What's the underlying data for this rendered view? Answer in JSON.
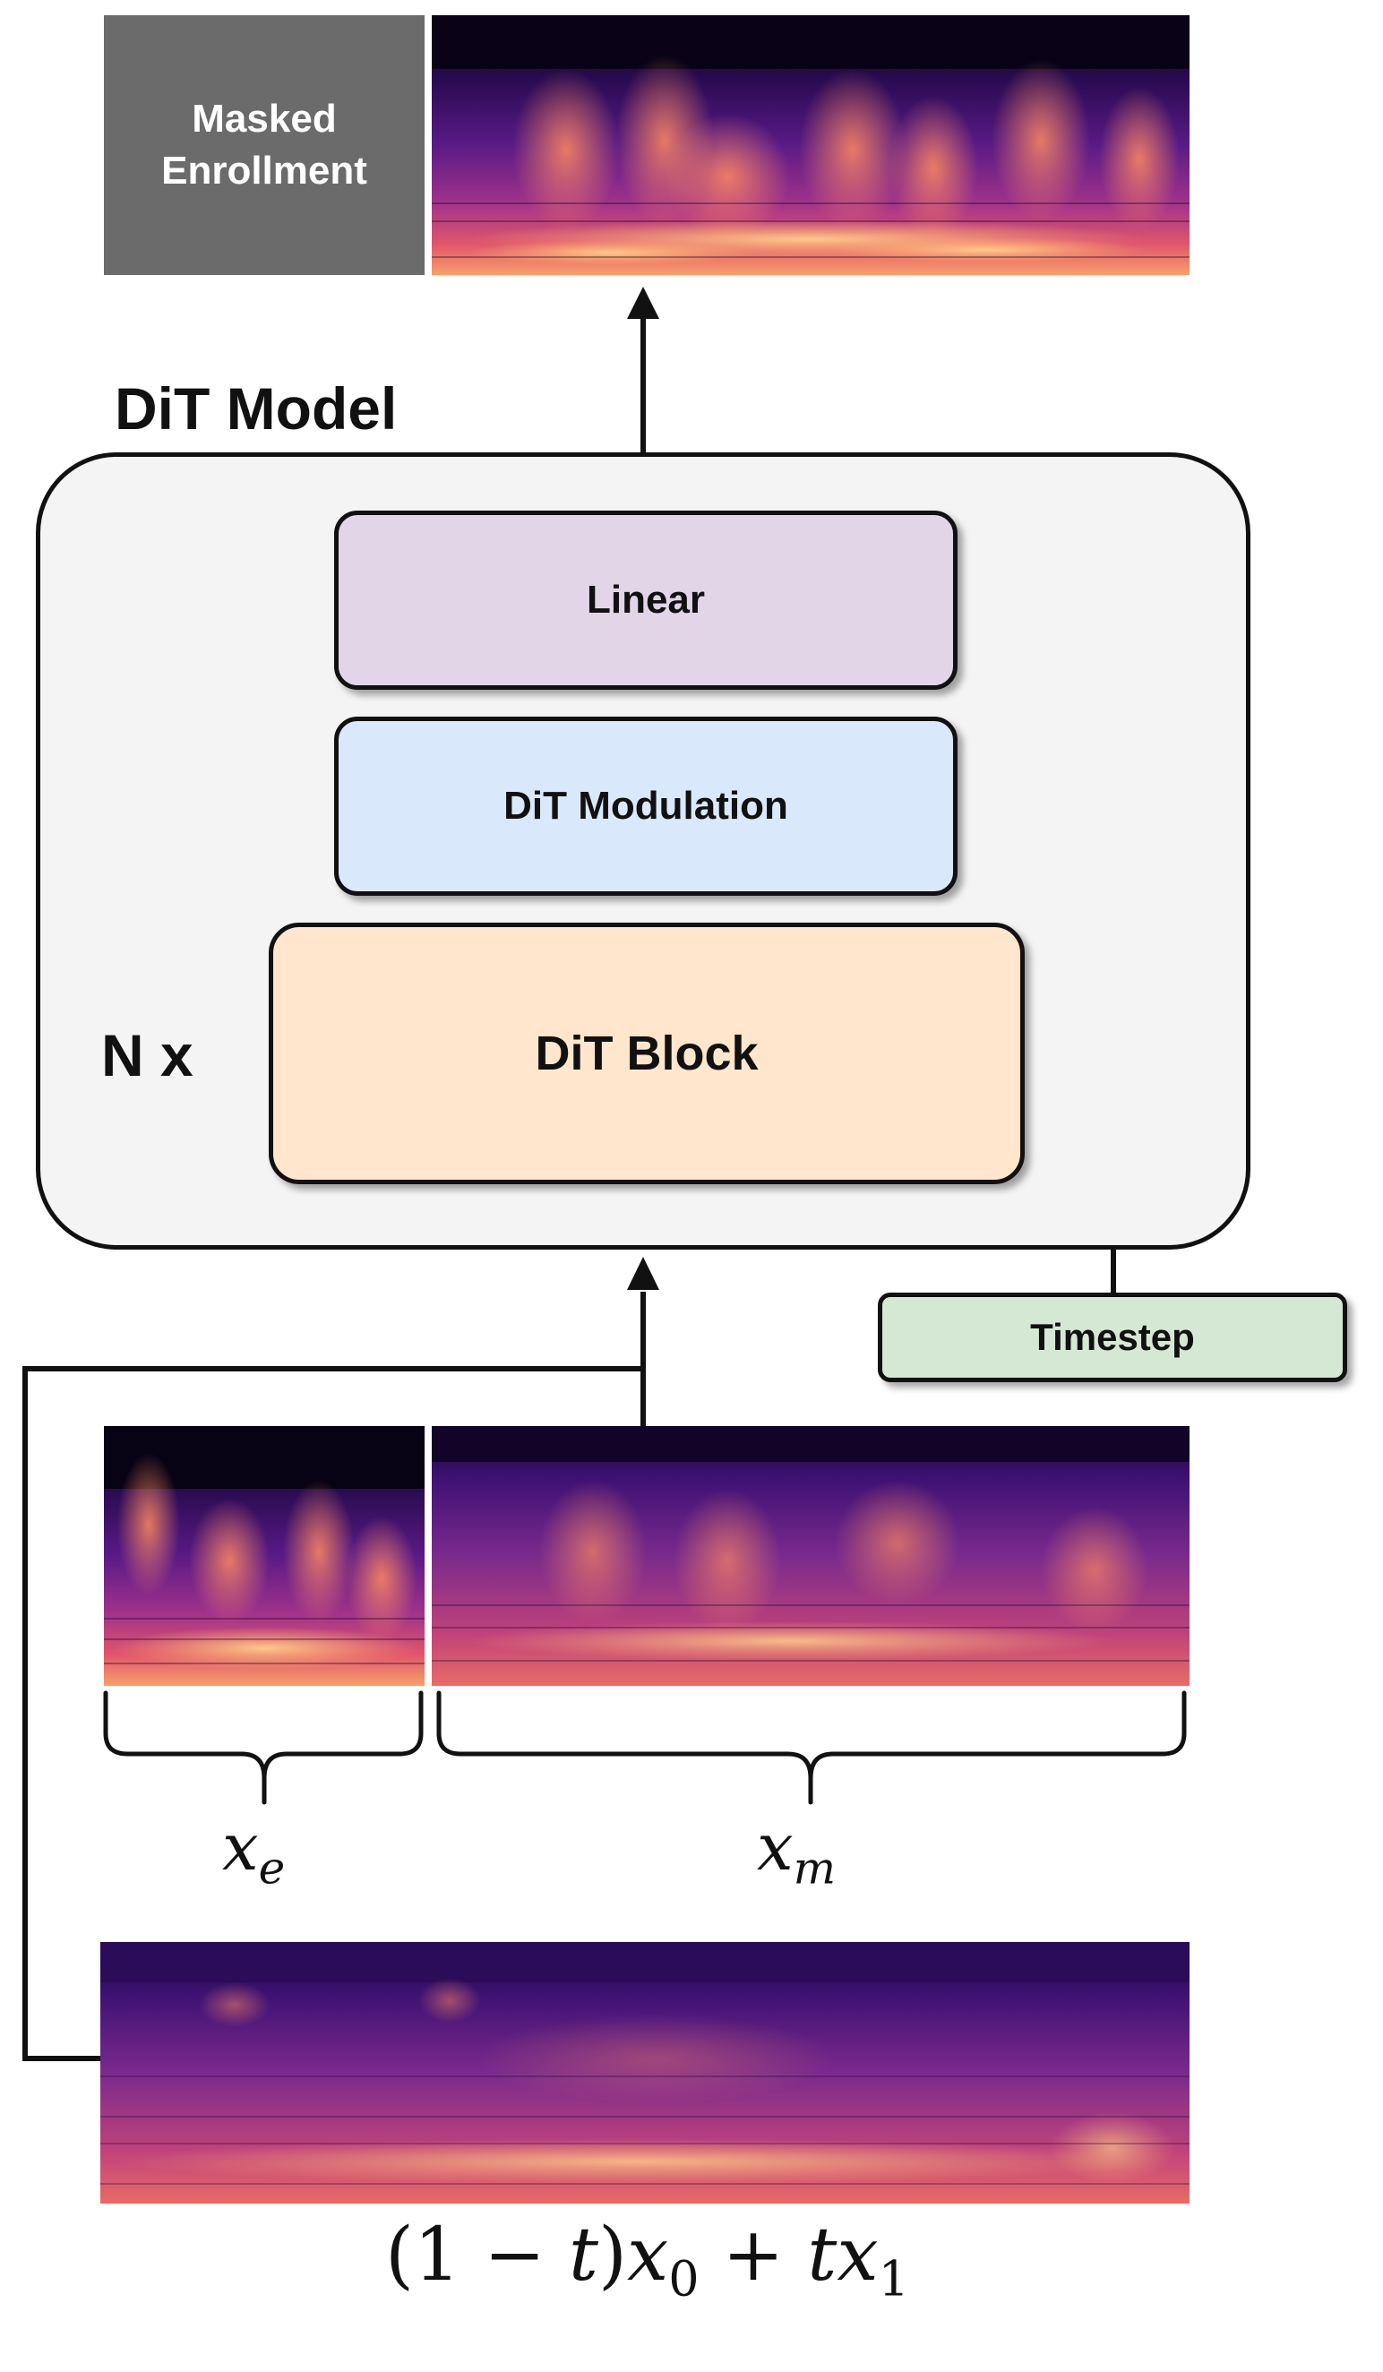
{
  "diagram": {
    "masked_label_line1": "Masked",
    "masked_label_line2": "Enrollment",
    "model_title": "DiT Model",
    "linear_label": "Linear",
    "modulation_label": "DiT Modulation",
    "block_label": "DiT Block",
    "repeat_label": "N x",
    "timestep_label": "Timestep",
    "xe_base": "x",
    "xe_sub": "e",
    "xm_base": "x",
    "xm_sub": "m",
    "formula": {
      "open": "(1 − ",
      "t1": "t",
      "close": ")",
      "x0": "x",
      "s0": "0",
      "plus": " + ",
      "t2": "t",
      "x1": "x",
      "s1": "1"
    }
  },
  "colors": {
    "masked": "#6b6b6b",
    "model_bg": "#f4f4f4",
    "linear": "#e1d5e7",
    "modulation": "#dae8fc",
    "block": "#ffe6cc",
    "timestep": "#d5e8d4",
    "spectrogram_low": "#0d0420",
    "spectrogram_high": "#fde6a0"
  }
}
